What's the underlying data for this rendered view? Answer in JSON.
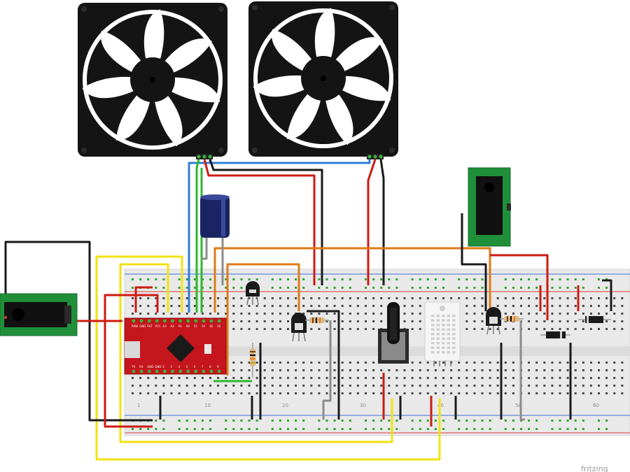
{
  "breadboard": {
    "column_labels": [
      "1",
      "10",
      "20",
      "30",
      "40",
      "50",
      "60"
    ]
  },
  "microcontroller": {
    "pin_labels_top": [
      "RAW",
      "GND",
      "RST",
      "VCC",
      "A3",
      "A2",
      "A1",
      "A0",
      "15",
      "14",
      "16",
      "10"
    ],
    "pin_labels_bottom": [
      "TX",
      "RX",
      "GND",
      "GND",
      "2",
      "3",
      "4",
      "5",
      "6",
      "7",
      "8",
      "9"
    ]
  },
  "credit": "fritzing",
  "colors": {
    "wire_red": "#cc1b12",
    "wire_black": "#1a1a1a",
    "wire_blue": "#2f7fd6",
    "wire_green": "#2db82d",
    "wire_yellow": "#f2e20f",
    "wire_orange": "#e07a16",
    "wire_grey": "#8c8c8c",
    "board_red": "#c4161c",
    "jack_green": "#1f8f3a"
  }
}
